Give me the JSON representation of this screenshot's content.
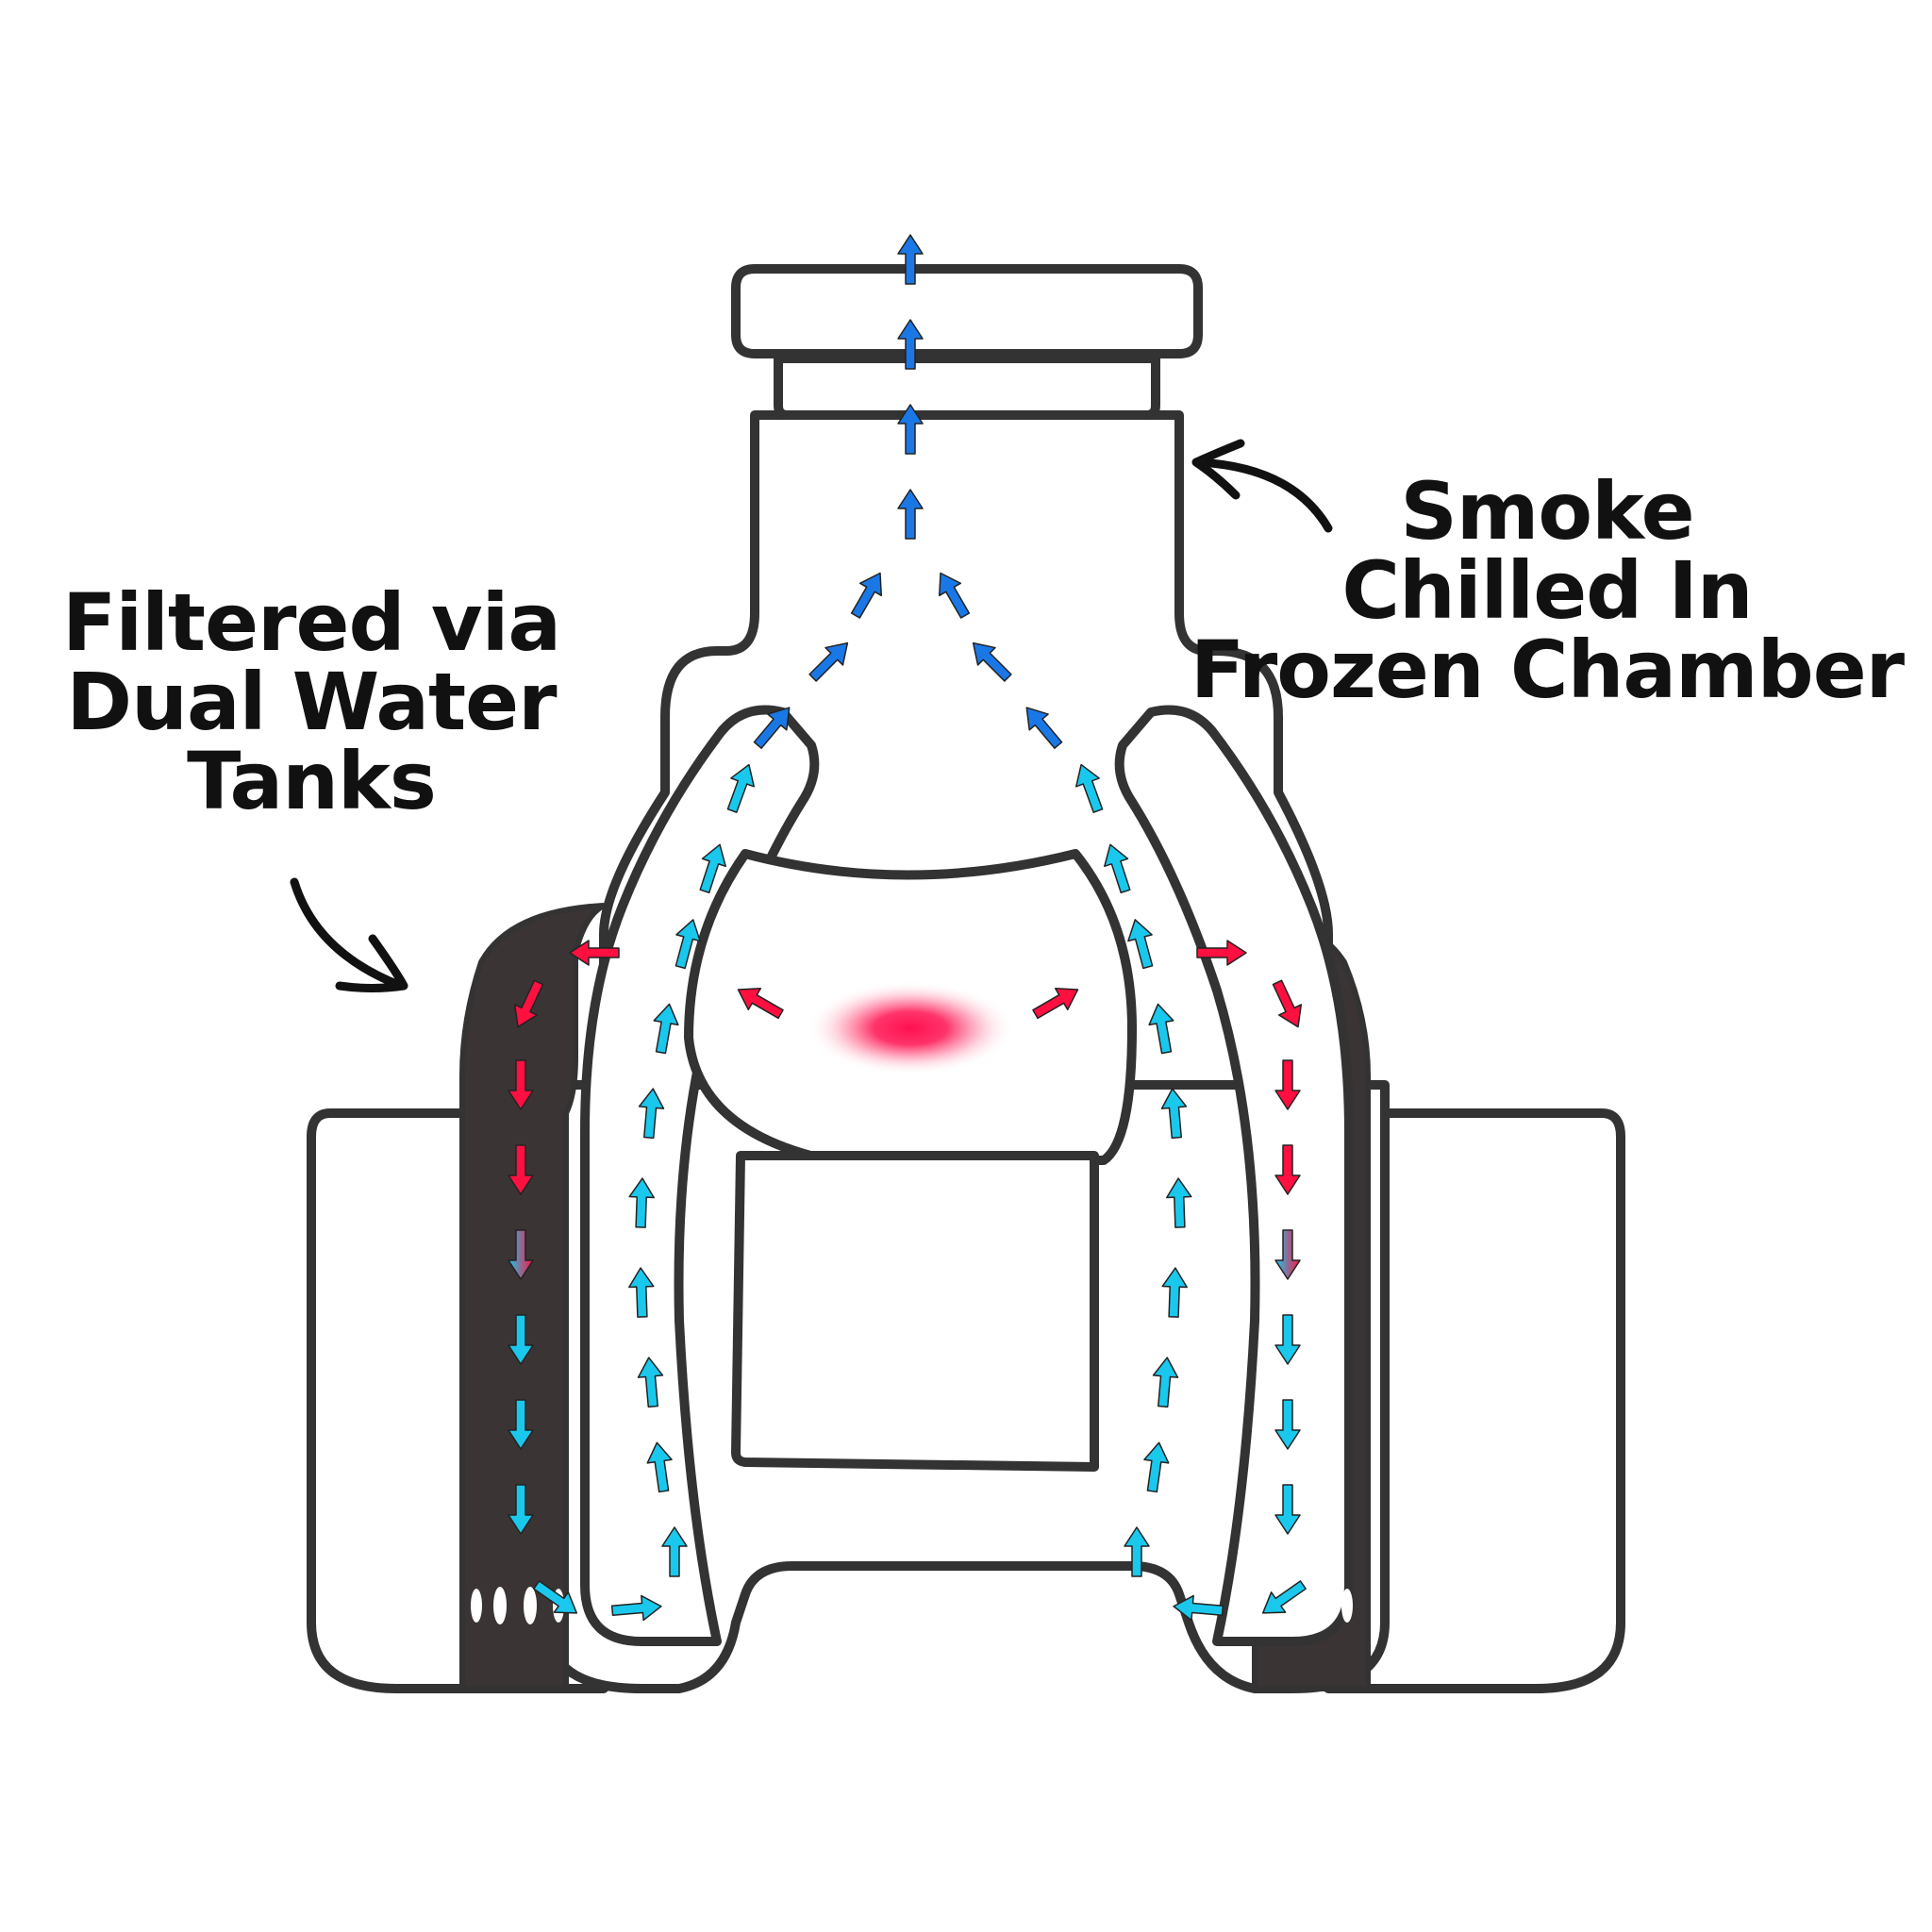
{
  "labels": {
    "left": {
      "line1": "Filtered via",
      "line2": "Dual Water",
      "line3": "Tanks"
    },
    "right": {
      "line1": "Smoke",
      "line2": "Chilled In",
      "line3": "Frozen Chamber"
    }
  },
  "colors": {
    "outline": "#333333",
    "tank_fill": "#3a3434",
    "hot_arrow": "#ff1040",
    "cool_arrow": "#19c8ec",
    "exit_arrow": "#1a78e6",
    "heat_glow": "#ff1050"
  },
  "icons": {
    "callout_arrow": "curved-arrow-icon",
    "flow_arrow": "arrow-icon"
  }
}
